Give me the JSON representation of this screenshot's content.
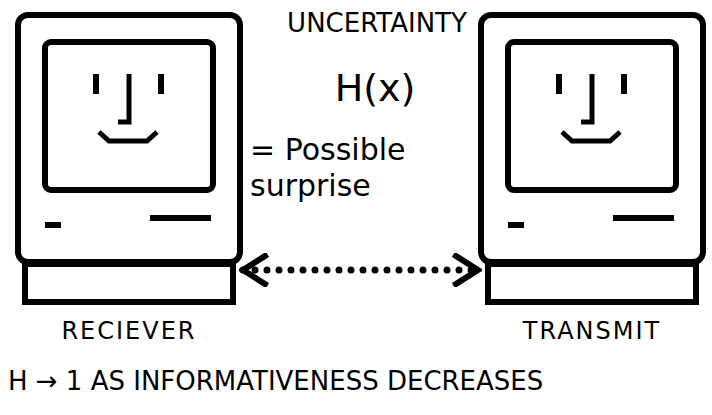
{
  "diagram": {
    "nodes": [
      {
        "text": [
          "RECIEVER"
        ]
      },
      {
        "text": [
          "TRANSMIT"
        ]
      }
    ],
    "edges": [
      {
        "from": 0,
        "to": 1,
        "arrow": "both"
      }
    ],
    "labels": [
      "UNCERTAINTY",
      "H(x)",
      "= Possible surprise",
      "H → 1 AS INFORMATIVENESS DECREASES"
    ]
  }
}
